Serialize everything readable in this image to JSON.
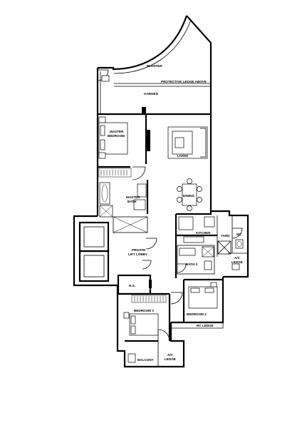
{
  "labels": {
    "planter": "PLANTER",
    "protective_ledge": "PROTECTIVE LEDGE ABOVE",
    "garden": "GARDEN",
    "master_bedroom_1": "MASTER",
    "master_bedroom_2": "BEDROOM",
    "living": "LIVING",
    "dining": "DINING",
    "master_bath_1": "MASTER",
    "master_bath_2": "BATH",
    "kitchen": "KITCHEN",
    "yard": "YARD",
    "wc": "WC",
    "private_lift_lobby_1": "PRIVATE",
    "private_lift_lobby_2": "LIFT LOBBY",
    "bath2": "BATH 2",
    "ac_ledge_right_1": "A/C",
    "ac_ledge_right_2": "LEDGE",
    "hs": "H.S.",
    "bedroom3": "BEDROOM 3",
    "bedroom2": "BEDROOM 2",
    "rc_ledge": "RC LEDGE",
    "balcony": "BALCONY",
    "ac_ledge_bottom_1": "A/C",
    "ac_ledge_bottom_2": "LEDGE"
  }
}
